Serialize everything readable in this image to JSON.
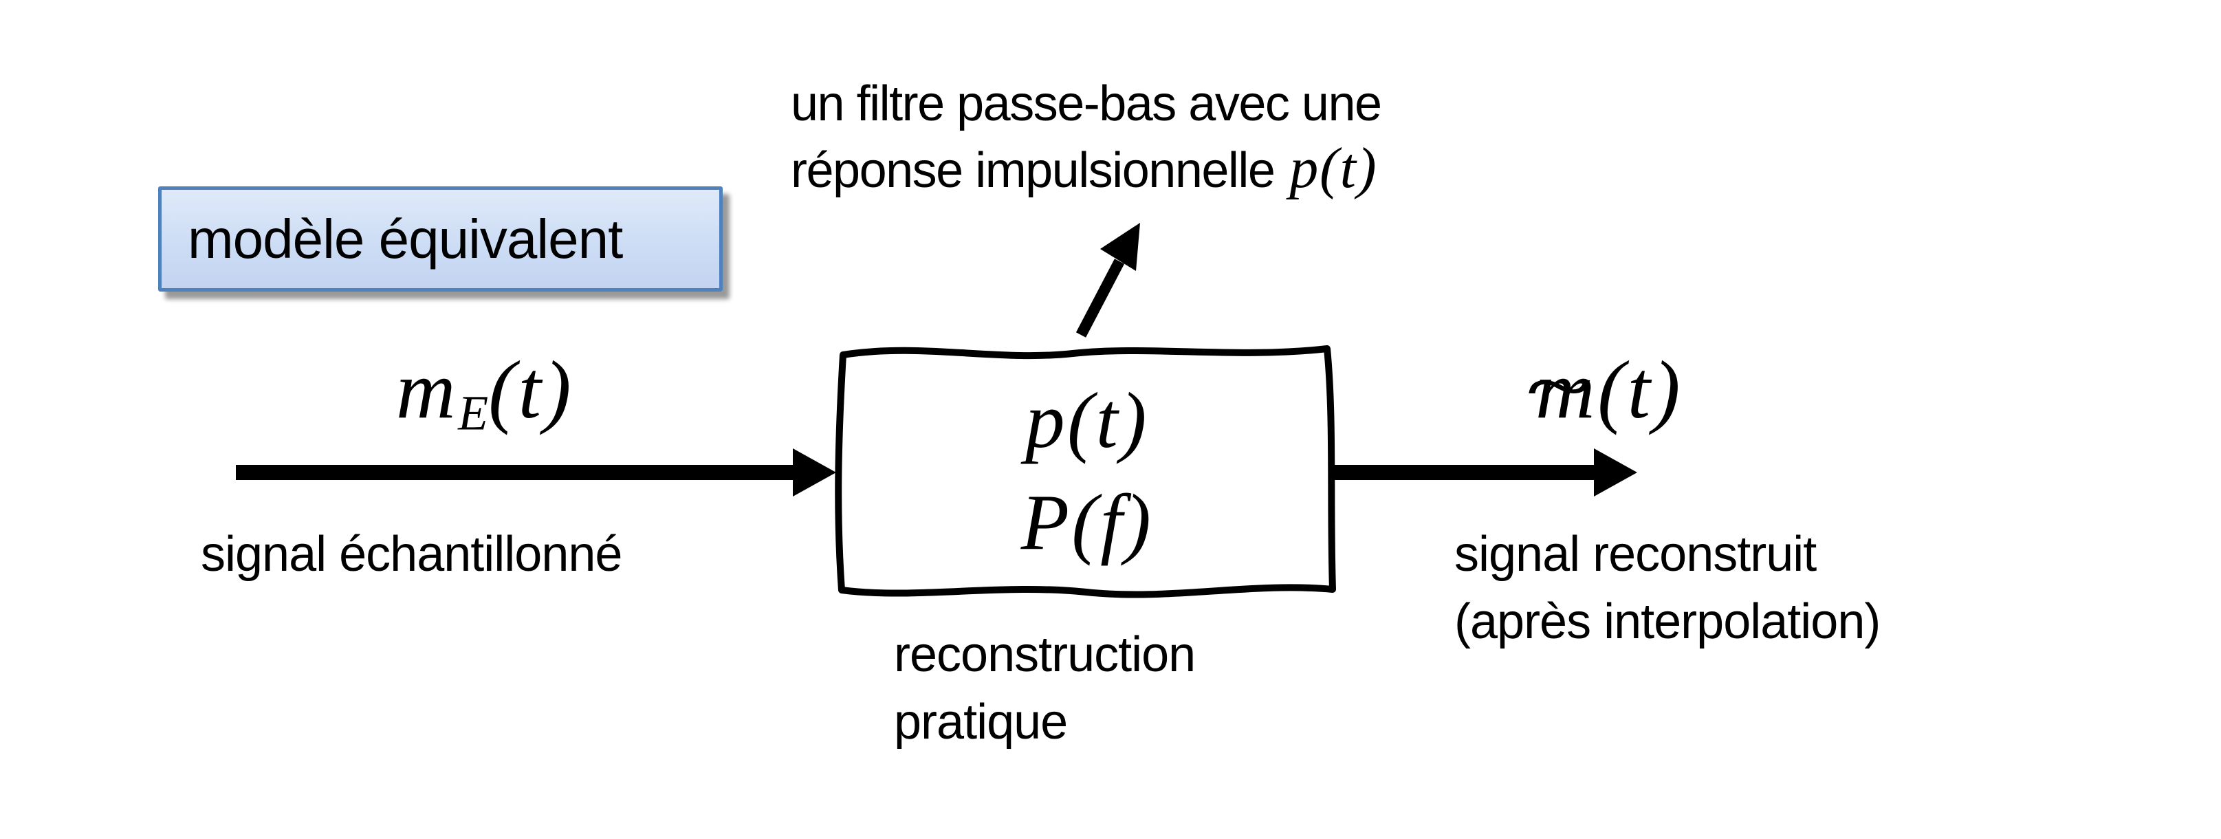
{
  "colors": {
    "ink": "#000000",
    "background": "#ffffff",
    "model_box_border": "#4f81bd",
    "model_box_fill_top": "#dfe9f9",
    "model_box_fill_bottom": "#c3d4f1"
  },
  "top_note": {
    "line1": "un filtre passe-bas avec une",
    "line2_text": "réponse impulsionnelle",
    "line2_math": "p(t)"
  },
  "model_label": "modèle équivalent",
  "input": {
    "math_base": "m",
    "math_sub": "E",
    "math_args": "(t)",
    "caption": "signal échantillonné"
  },
  "block": {
    "math_line1": "p(t)",
    "math_line2": "P(f)",
    "caption_line1": "reconstruction",
    "caption_line2": "pratique"
  },
  "output": {
    "math_tilde": "~",
    "math_base": "m",
    "math_args": "(t)",
    "caption_line1": "signal reconstruit",
    "caption_line2": "(après interpolation)"
  }
}
